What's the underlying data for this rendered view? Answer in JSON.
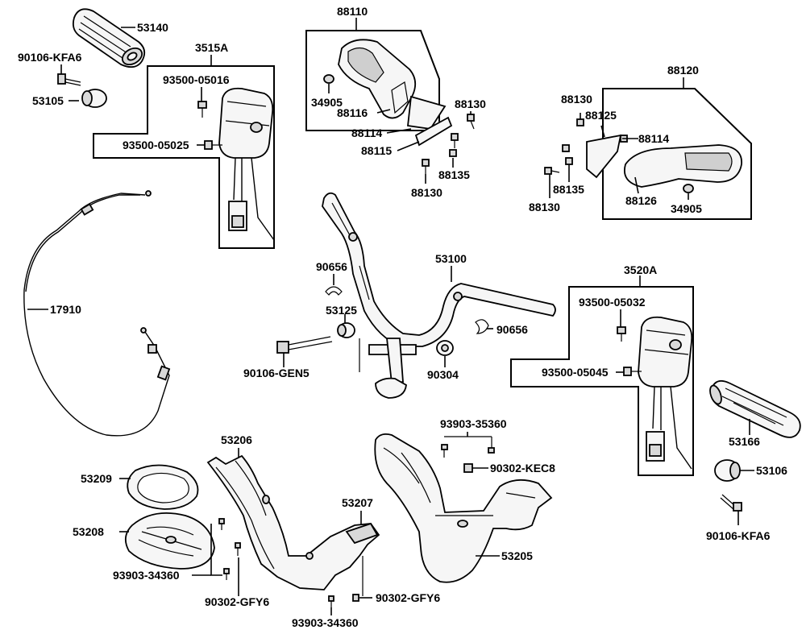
{
  "labels": {
    "l53140": "53140",
    "l90106kfa6_top": "90106-KFA6",
    "l53105": "53105",
    "l3515a": "3515A",
    "l93500_05016": "93500-05016",
    "l93500_05025": "93500-05025",
    "l88110": "88110",
    "l34905_a": "34905",
    "l88116": "88116",
    "l88130_a": "88130",
    "l88114_a": "88114",
    "l88115": "88115",
    "l88135_a": "88135",
    "l88130_b": "88130",
    "l88120": "88120",
    "l88130_c": "88130",
    "l88125": "88125",
    "l88114_b": "88114",
    "l88135_b": "88135",
    "l88130_d": "88130",
    "l88126": "88126",
    "l34905_b": "34905",
    "l17910": "17910",
    "l90656_a": "90656",
    "l53100": "53100",
    "l53125": "53125",
    "l90656_b": "90656",
    "l90106gen5": "90106-GEN5",
    "l90304": "90304",
    "l3520a": "3520A",
    "l93500_05032": "93500-05032",
    "l93500_05045": "93500-05045",
    "l53166": "53166",
    "l53106": "53106",
    "l90106kfa6_bot": "90106-KFA6",
    "l93903_35360": "93903-35360",
    "l90302kec8": "90302-KEC8",
    "l53206": "53206",
    "l53209": "53209",
    "l53208": "53208",
    "l53207": "53207",
    "l53205": "53205",
    "l93903_34360_a": "93903-34360",
    "l90302gfy6_a": "90302-GFY6",
    "l90302gfy6_b": "90302-GFY6",
    "l93903_34360_b": "93903-34360"
  }
}
